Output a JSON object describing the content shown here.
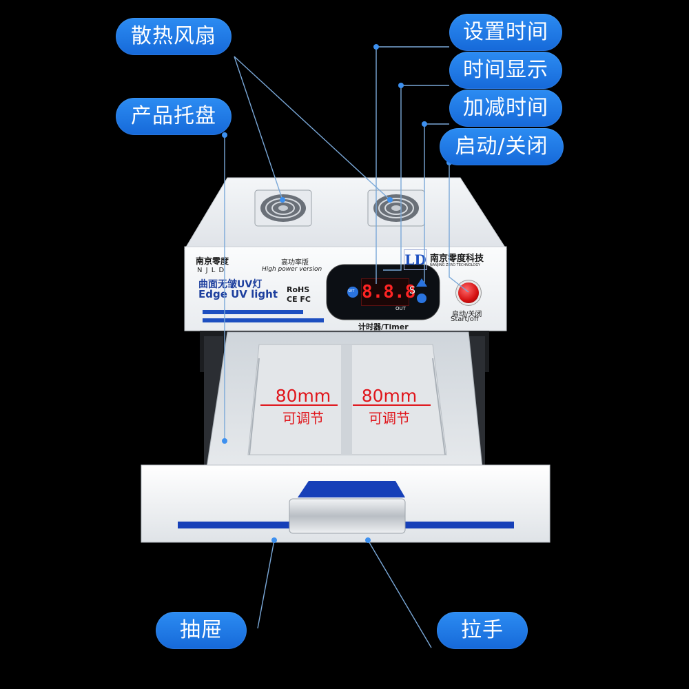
{
  "callouts": {
    "fan": "散热风扇",
    "tray": "产品托盘",
    "set_time": "设置时间",
    "time_display": "时间显示",
    "adjust_time": "加减时间",
    "start_stop": "启动/关闭",
    "drawer": "抽屉",
    "handle": "拉手"
  },
  "machine": {
    "brand_cn": "南京零度",
    "brand_en": "N J L D",
    "product_cn": "曲面无皱UV灯",
    "product_en": "Edge UV light",
    "rohs": "RoHS",
    "ce_fc": "CE FC",
    "version_cn": "高功率版",
    "version_en": "High power version",
    "display_value": "8.8.8",
    "display_unit": "S",
    "display_out": "OUT",
    "set_button": "SET",
    "timer_label": "计时器/Timer",
    "logo": "LD",
    "company_cn": "南京零度科技",
    "company_en": "NANJING ZERO TECHNOLOGY",
    "power_cn": "启动/关闭",
    "power_en": "Start/off"
  },
  "tray": {
    "left_size": "80mm",
    "left_note": "可调节",
    "right_size": "80mm",
    "right_note": "可调节"
  },
  "colors": {
    "accent_blue": "#1d73e3",
    "stripe_blue": "#1740b8",
    "display_red": "#ff2424",
    "note_red": "#e0151b"
  }
}
